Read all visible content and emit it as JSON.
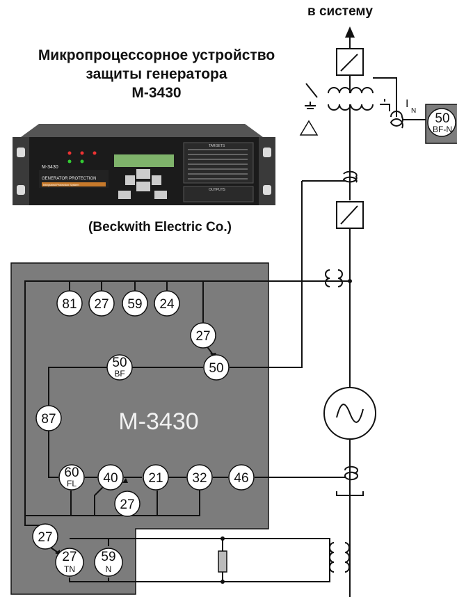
{
  "header": {
    "to_system": "в системy",
    "device_title_line1": "Микропроцессорное устройство",
    "device_title_line2": "защиты генератора",
    "device_title_line3": "M-3430",
    "manufacturer": "(Beckwith Electric Co.)"
  },
  "device_photo": {
    "front_label_model": "M-3430",
    "front_label_name": "GENERATOR PROTECTION",
    "front_label_sub": "Integrated Protection System",
    "targets_label": "TARGETS",
    "outputs_label": "OUTPUTS"
  },
  "panel": {
    "label": "M-3430"
  },
  "relays": {
    "r81": "81",
    "r27a": "27",
    "r59": "59",
    "r24": "24",
    "r27b": "27",
    "r50": "50",
    "r50bf_top": "50",
    "r50bf_sub": "BF",
    "r87": "87",
    "r60fl_top": "60",
    "r60fl_sub": "FL",
    "r40": "40",
    "r21": "21",
    "r32": "32",
    "r46": "46",
    "r27c": "27",
    "r27d": "27",
    "r27tn_top": "27",
    "r27tn_sub": "TN",
    "r59n_top": "59",
    "r59n_sub": "N",
    "ext_top": "50",
    "ext_sub": "BF-N"
  },
  "symbols": {
    "ct_label": "I",
    "ct_sub": "N"
  },
  "colors": {
    "panel_fill": "#7c7c7c",
    "line": "#111111",
    "relay_fill": "#ffffff"
  }
}
